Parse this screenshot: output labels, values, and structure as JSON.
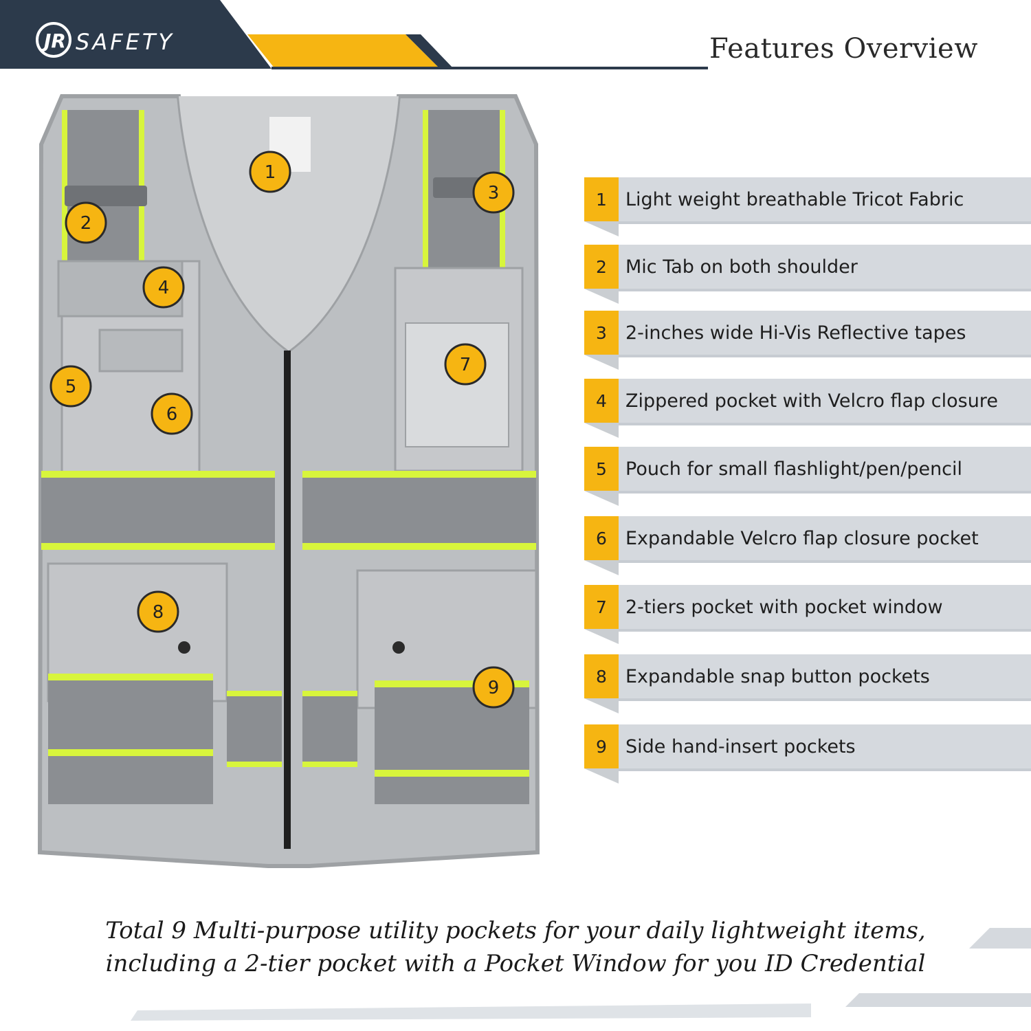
{
  "brand": {
    "logo_text": "JR SAFETY",
    "colors": {
      "navy": "#2c3a4b",
      "yellow": "#f6b512",
      "tape_green": "#d8f53c",
      "vest_grey": "#b9bcbf"
    }
  },
  "header": {
    "title": "Features Overview"
  },
  "vest_markers": [
    "1",
    "2",
    "3",
    "4",
    "5",
    "6",
    "7",
    "8",
    "9"
  ],
  "features": [
    {
      "number": "1",
      "text": "Light weight breathable Tricot Fabric"
    },
    {
      "number": "2",
      "text": "Mic Tab on both shoulder"
    },
    {
      "number": "3",
      "text": "2-inches wide Hi-Vis Reflective tapes"
    },
    {
      "number": "4",
      "text": "Zippered pocket with Velcro flap closure"
    },
    {
      "number": "5",
      "text": "Pouch for small flashlight/pen/pencil"
    },
    {
      "number": "6",
      "text": "Expandable Velcro flap closure pocket"
    },
    {
      "number": "7",
      "text": "2-tiers pocket with pocket window"
    },
    {
      "number": "8",
      "text": "Expandable snap button pockets"
    },
    {
      "number": "9",
      "text": "Side hand-insert pockets"
    }
  ],
  "caption": {
    "line1": "Total 9 Multi-purpose utility pockets for your daily lightweight items,",
    "line2": "including a 2-tier pocket with a Pocket Window for you ID Credential"
  }
}
